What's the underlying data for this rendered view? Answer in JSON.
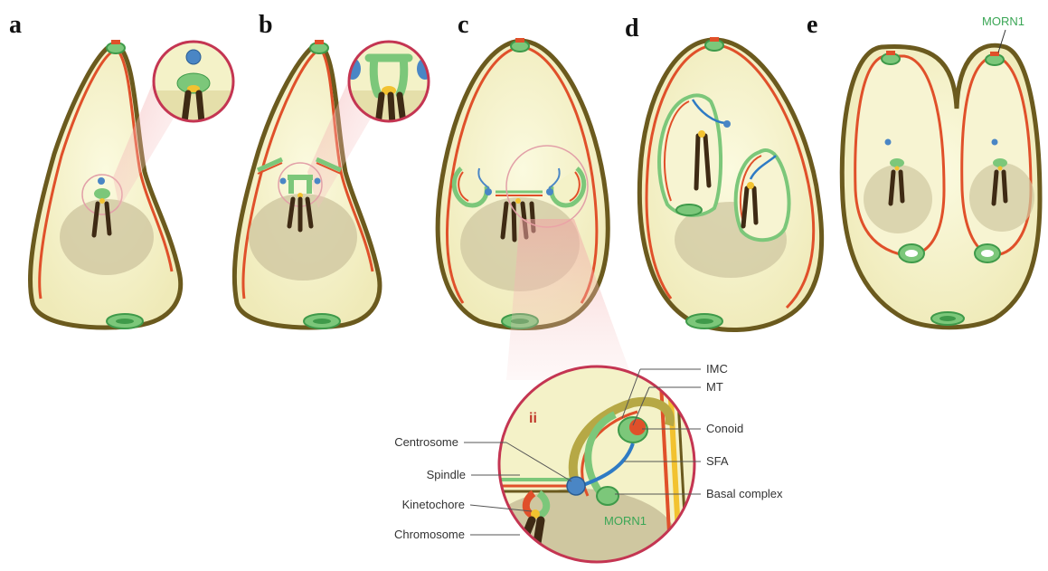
{
  "panels": [
    {
      "letter": "a"
    },
    {
      "letter": "b"
    },
    {
      "letter": "c"
    },
    {
      "letter": "d"
    },
    {
      "letter": "e"
    }
  ],
  "top_label": "MORN1",
  "inset": {
    "roman": "ii",
    "labels_right": [
      "IMC",
      "MT",
      "Conoid",
      "SFA",
      "Basal complex"
    ],
    "labels_left": [
      "Centrosome",
      "Spindle",
      "Kinetochore",
      "Chromosome"
    ],
    "green_label": "MORN1"
  },
  "colors": {
    "cell_outline": "#6b5a1e",
    "cell_fill": "#f4f2c8",
    "membrane_band": "#b6a845",
    "imc_red": "#e0502a",
    "morn_green": "#7cc77a",
    "morn_dark": "#3f9a4a",
    "centrosome_blue": "#4a86c5",
    "chromosome_brown": "#3e2a14",
    "nucleus_shade": "#cfc7a0",
    "kinetochore_yellow": "#f2c230",
    "inset_ring": "#c43552"
  }
}
